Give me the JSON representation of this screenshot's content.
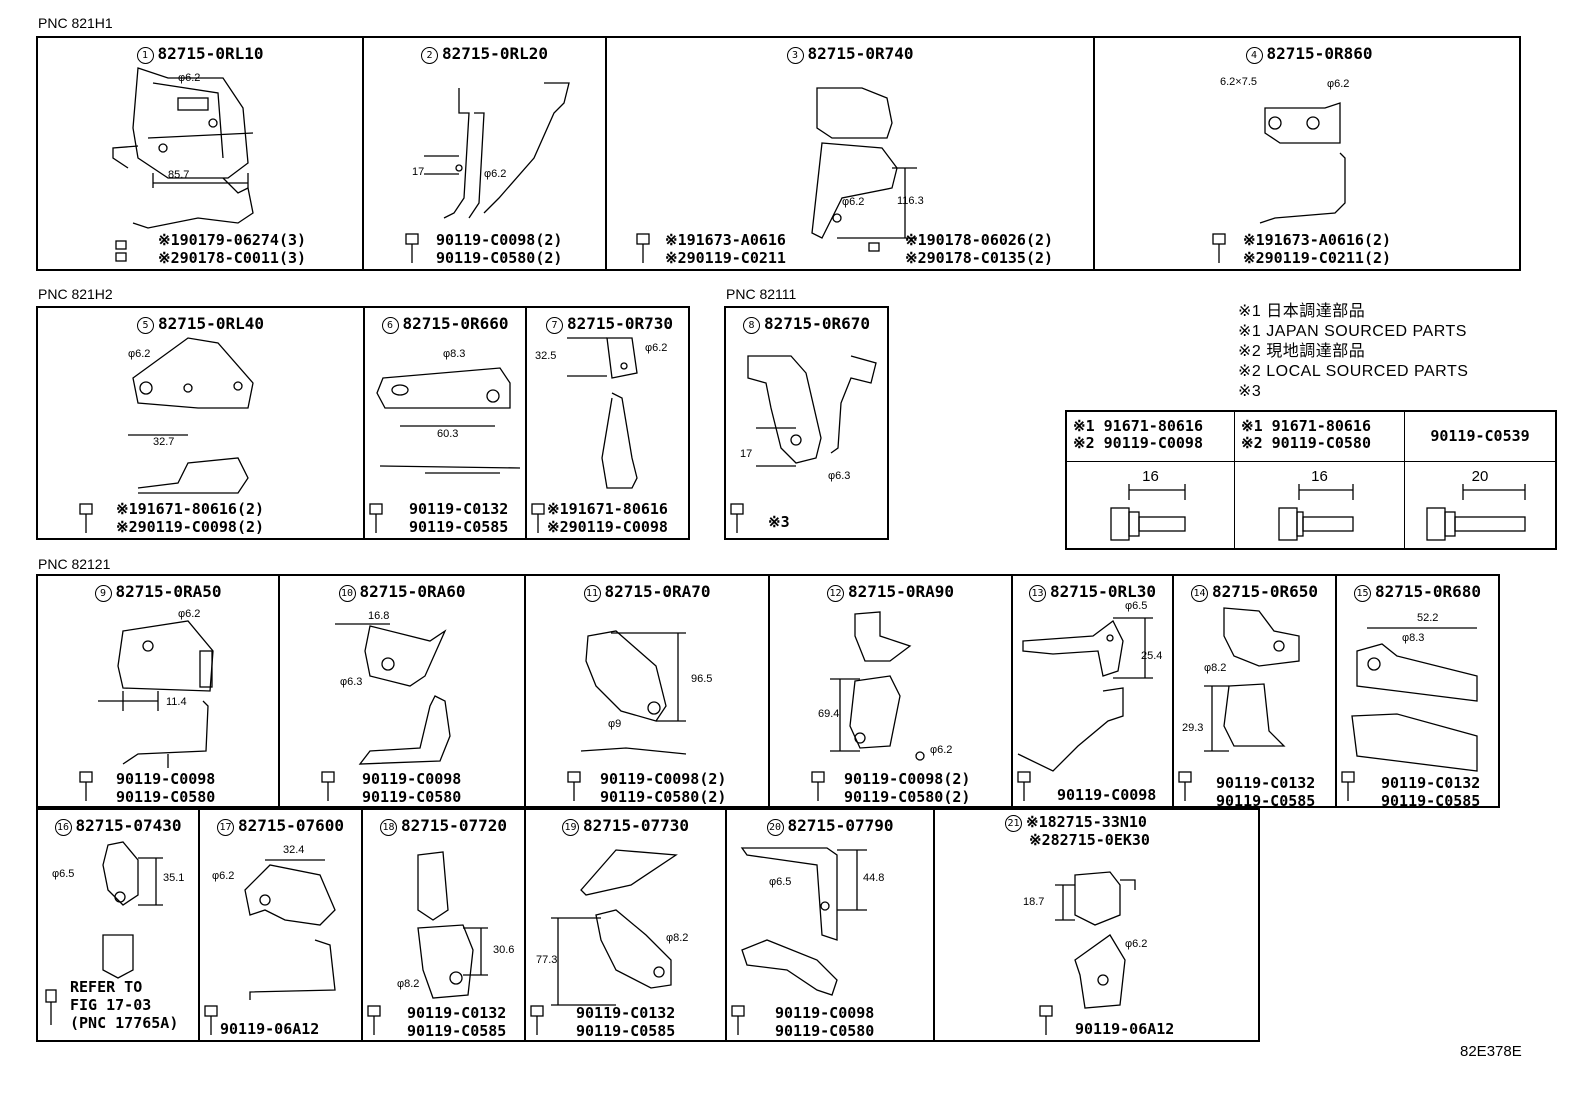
{
  "pnc_labels": {
    "g1": "PNC 821H1",
    "g2": "PNC 821H2",
    "g3": "PNC 82111",
    "g4": "PNC 82121"
  },
  "row1": [
    {
      "n": "1",
      "part": "82715-0RL10",
      "fasteners": [
        "※190179-06274(3)",
        "※290178-C0011(3)"
      ],
      "dims": [
        "φ6.2",
        "85.7"
      ]
    },
    {
      "n": "2",
      "part": "82715-0RL20",
      "fasteners": [
        "90119-C0098(2)",
        "90119-C0580(2)"
      ],
      "dims": [
        "17",
        "φ6.2"
      ]
    },
    {
      "n": "3",
      "part": "82715-0R740",
      "fasteners": [
        "※191673-A0616",
        "※290119-C0211"
      ],
      "fasteners2": [
        "※190178-06026(2)",
        "※290178-C0135(2)"
      ],
      "dims": [
        "φ6.2",
        "116.3"
      ]
    },
    {
      "n": "4",
      "part": "82715-0R860",
      "fasteners": [
        "※191673-A0616(2)",
        "※290119-C0211(2)"
      ],
      "dims": [
        "6.2×7.5",
        "φ6.2"
      ]
    }
  ],
  "row2": [
    {
      "n": "5",
      "part": "82715-0RL40",
      "fasteners": [
        "※191671-80616(2)",
        "※290119-C0098(2)"
      ],
      "dims": [
        "φ6.2",
        "32.7"
      ]
    },
    {
      "n": "6",
      "part": "82715-0R660",
      "fasteners": [
        "90119-C0132",
        "90119-C0585"
      ],
      "dims": [
        "φ8.3",
        "60.3"
      ]
    },
    {
      "n": "7",
      "part": "82715-0R730",
      "fasteners": [
        "※191671-80616",
        "※290119-C0098"
      ],
      "dims": [
        "32.5",
        "φ6.2"
      ]
    },
    {
      "n": "8",
      "part": "82715-0R670",
      "fasteners": [
        "※3"
      ],
      "dims": [
        "17",
        "φ6.3"
      ]
    }
  ],
  "legend": [
    "※1 日本調達部品",
    "※1 JAPAN SOURCED PARTS",
    "※2 現地調達部品",
    "※2 LOCAL SOURCED PARTS",
    "※3"
  ],
  "bolt_table": [
    {
      "line1": "※1 91671-80616",
      "line2": "※2 90119-C0098",
      "size": "16"
    },
    {
      "line1": "※1 91671-80616",
      "line2": "※2 90119-C0580",
      "size": "16"
    },
    {
      "line1": "90119-C0539",
      "line2": "",
      "size": "20"
    }
  ],
  "row3": [
    {
      "n": "9",
      "part": "82715-0RA50",
      "fasteners": [
        "90119-C0098",
        "90119-C0580"
      ],
      "dims": [
        "φ6.2",
        "11.4"
      ]
    },
    {
      "n": "10",
      "part": "82715-0RA60",
      "fasteners": [
        "90119-C0098",
        "90119-C0580"
      ],
      "dims": [
        "16.8",
        "φ6.3"
      ]
    },
    {
      "n": "11",
      "part": "82715-0RA70",
      "fasteners": [
        "90119-C0098(2)",
        "90119-C0580(2)"
      ],
      "dims": [
        "96.5",
        "φ9"
      ]
    },
    {
      "n": "12",
      "part": "82715-0RA90",
      "fasteners": [
        "90119-C0098(2)",
        "90119-C0580(2)"
      ],
      "dims": [
        "69.4",
        "φ6.2"
      ]
    },
    {
      "n": "13",
      "part": "82715-0RL30",
      "fasteners": [
        "90119-C0098"
      ],
      "dims": [
        "φ6.5",
        "25.4"
      ]
    },
    {
      "n": "14",
      "part": "82715-0R650",
      "fasteners": [
        "90119-C0132",
        "90119-C0585"
      ],
      "dims": [
        "φ8.2",
        "29.3"
      ]
    },
    {
      "n": "15",
      "part": "82715-0R680",
      "fasteners": [
        "90119-C0132",
        "90119-C0585"
      ],
      "dims": [
        "52.2",
        "φ8.3"
      ]
    }
  ],
  "row4": [
    {
      "n": "16",
      "part": "82715-07430",
      "fasteners": [
        "REFER TO",
        "FIG 17-03",
        "(PNC 17765A)"
      ],
      "dims": [
        "φ6.5",
        "35.1"
      ]
    },
    {
      "n": "17",
      "part": "82715-07600",
      "fasteners": [
        "90119-06A12"
      ],
      "dims": [
        "32.4",
        "φ6.2"
      ]
    },
    {
      "n": "18",
      "part": "82715-07720",
      "fasteners": [
        "90119-C0132",
        "90119-C0585"
      ],
      "dims": [
        "30.6",
        "φ8.2"
      ]
    },
    {
      "n": "19",
      "part": "82715-07730",
      "fasteners": [
        "90119-C0132",
        "90119-C0585"
      ],
      "dims": [
        "77.3",
        "φ8.2"
      ]
    },
    {
      "n": "20",
      "part": "82715-07790",
      "fasteners": [
        "90119-C0098",
        "90119-C0580"
      ],
      "dims": [
        "φ6.5",
        "44.8"
      ]
    },
    {
      "n": "21",
      "part": "※182715-33N10",
      "part2": "※282715-0EK30",
      "fasteners": [
        "90119-06A12"
      ],
      "dims": [
        "18.7",
        "φ6.2"
      ]
    }
  ],
  "diagram_id": "82E378E"
}
